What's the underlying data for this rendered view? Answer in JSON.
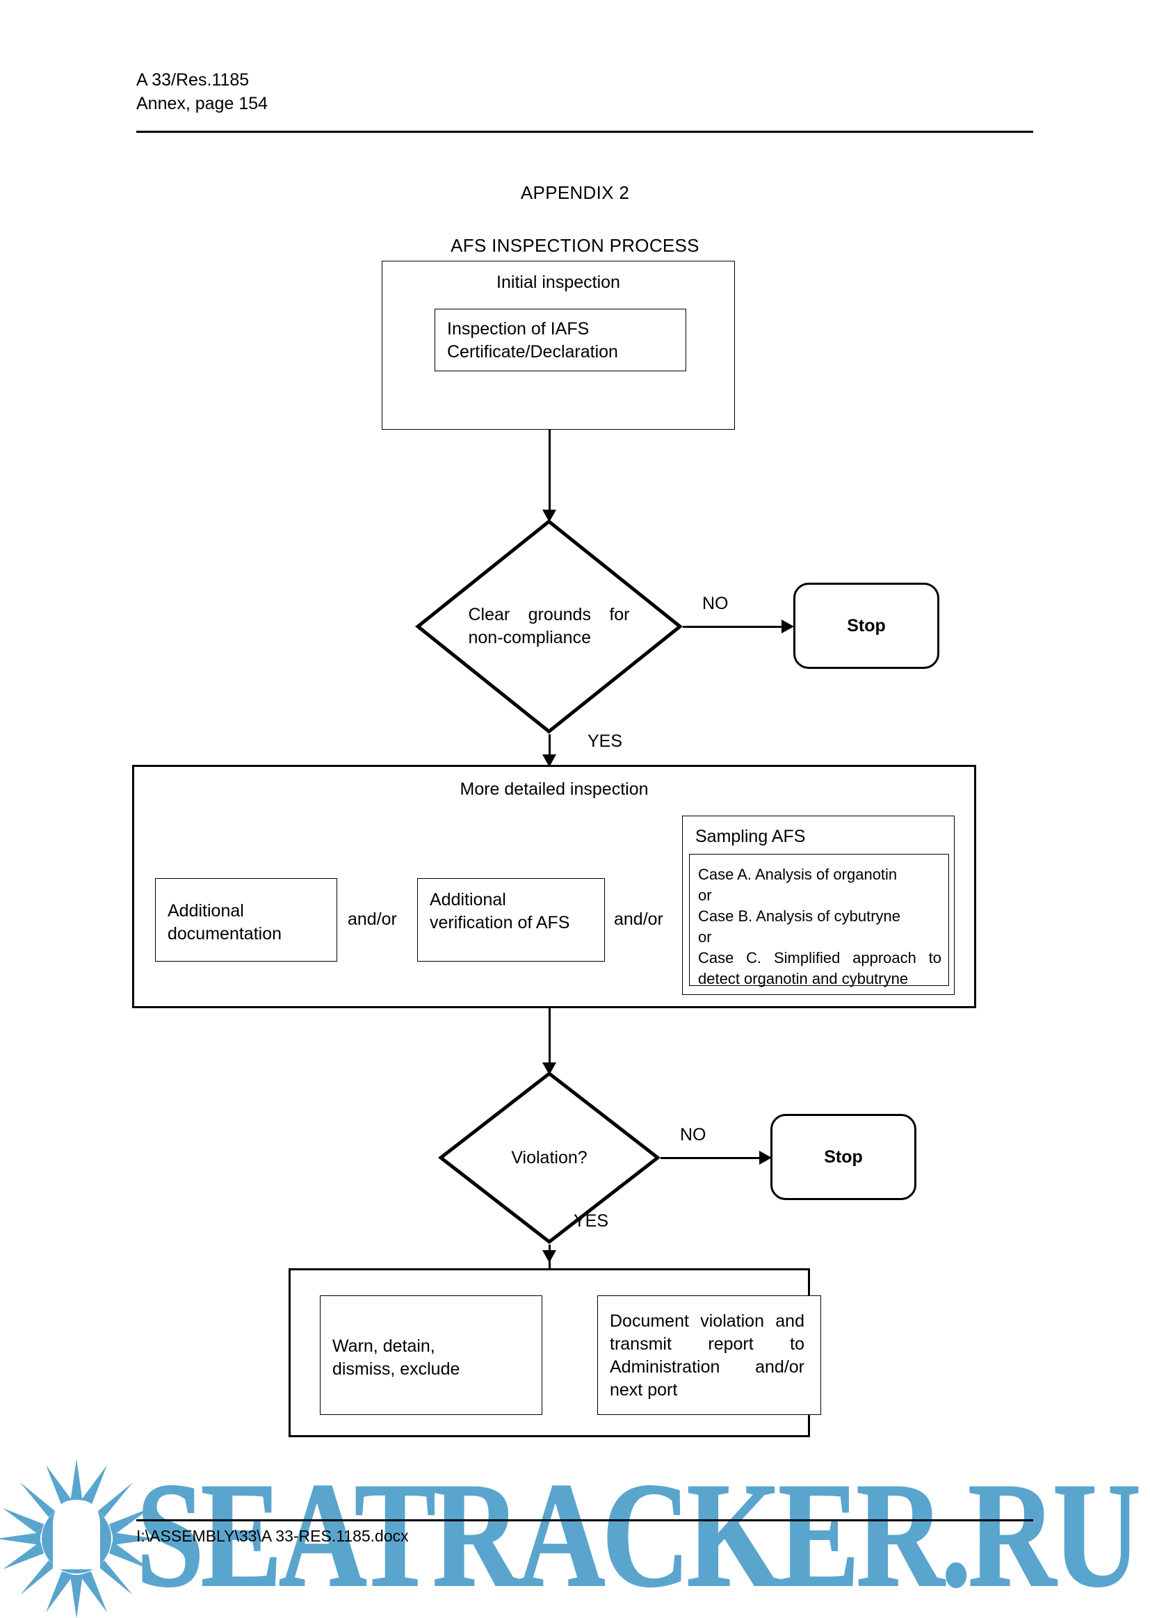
{
  "header": {
    "doc_ref": "A 33/Res.1185",
    "page_ref": "Annex, page 154"
  },
  "title": "APPENDIX 2",
  "subtitle": "AFS INSPECTION PROCESS",
  "flowchart": {
    "initial_inspection": {
      "label": "Initial inspection",
      "inner": "Inspection of IAFS\nCertificate/Declaration"
    },
    "decision_1": {
      "text": "Clear grounds for non-compliance",
      "no_label": "NO",
      "yes_label": "YES",
      "no_target": "Stop"
    },
    "detailed_inspection": {
      "label": "More detailed inspection",
      "option_1": "Additional\ndocumentation",
      "connector_1": "and/or",
      "option_2": "Additional verification of AFS",
      "connector_2": "and/or",
      "sampling": {
        "label": "Sampling AFS",
        "lines": [
          "Case A. Analysis of organotin",
          "or",
          "Case B. Analysis of cybutryne",
          "or",
          "Case C. Simplified approach to detect organotin and cybutryne"
        ]
      }
    },
    "decision_2": {
      "text": "Violation?",
      "no_label": "NO",
      "yes_label": "YES",
      "no_target": "Stop"
    },
    "actions": {
      "action_1": "Warn, detain,\ndismiss, exclude",
      "action_2": "Document violation and transmit report to Administration and/or next port"
    }
  },
  "footer": {
    "file_path": "I:\\ASSEMBLY\\33\\A 33-RES.1185.docx"
  },
  "watermark": {
    "text": "SEATRACKER.RU",
    "color": "#5AA5CE"
  }
}
